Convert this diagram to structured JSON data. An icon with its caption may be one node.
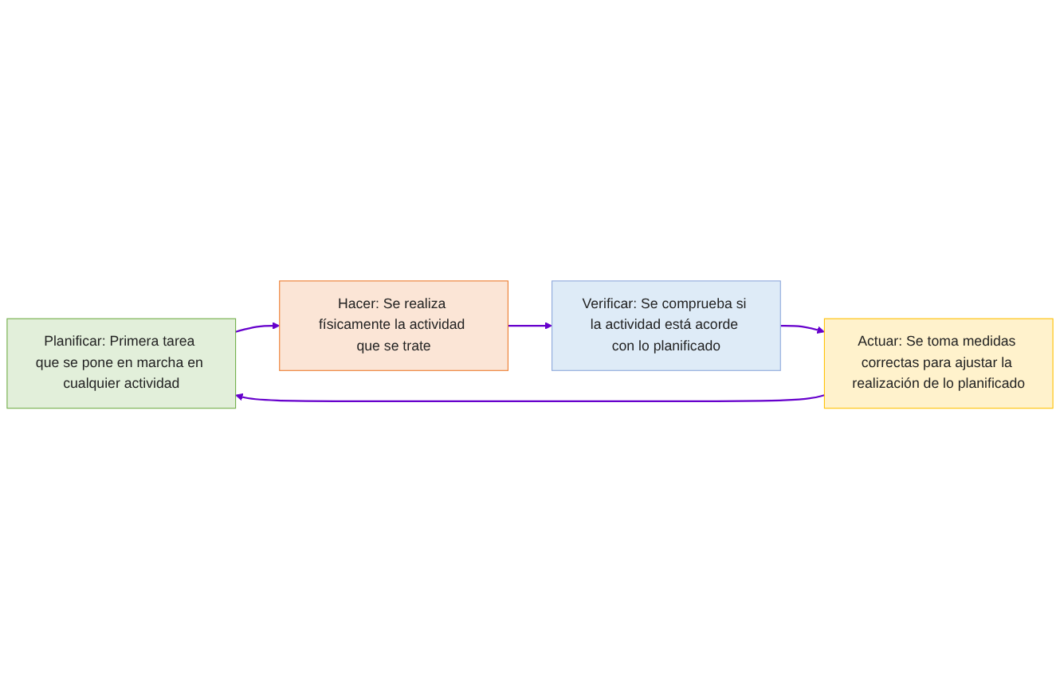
{
  "diagram": {
    "nodes": [
      {
        "text": [
          "Planificar: Primera tarea que se pone en marcha en cualquier actividad"
        ]
      },
      {
        "text": [
          "Hacer: Se realiza físicamente la actividad que se trate"
        ]
      },
      {
        "text": [
          "Actuar: Se toma medidas correctas para ajustar la realización de lo planificado"
        ]
      },
      {
        "text": [
          "Verificar: Se comprueba si la actividad está acorde con lo planificado"
        ]
      }
    ],
    "edges": [
      {
        "from": 0,
        "to": 1,
        "arrow": "to"
      },
      {
        "from": 1,
        "to": 3,
        "arrow": "to"
      },
      {
        "from": 3,
        "to": 2,
        "arrow": "to"
      },
      {
        "from": 2,
        "to": 0,
        "arrow": "to"
      }
    ]
  }
}
